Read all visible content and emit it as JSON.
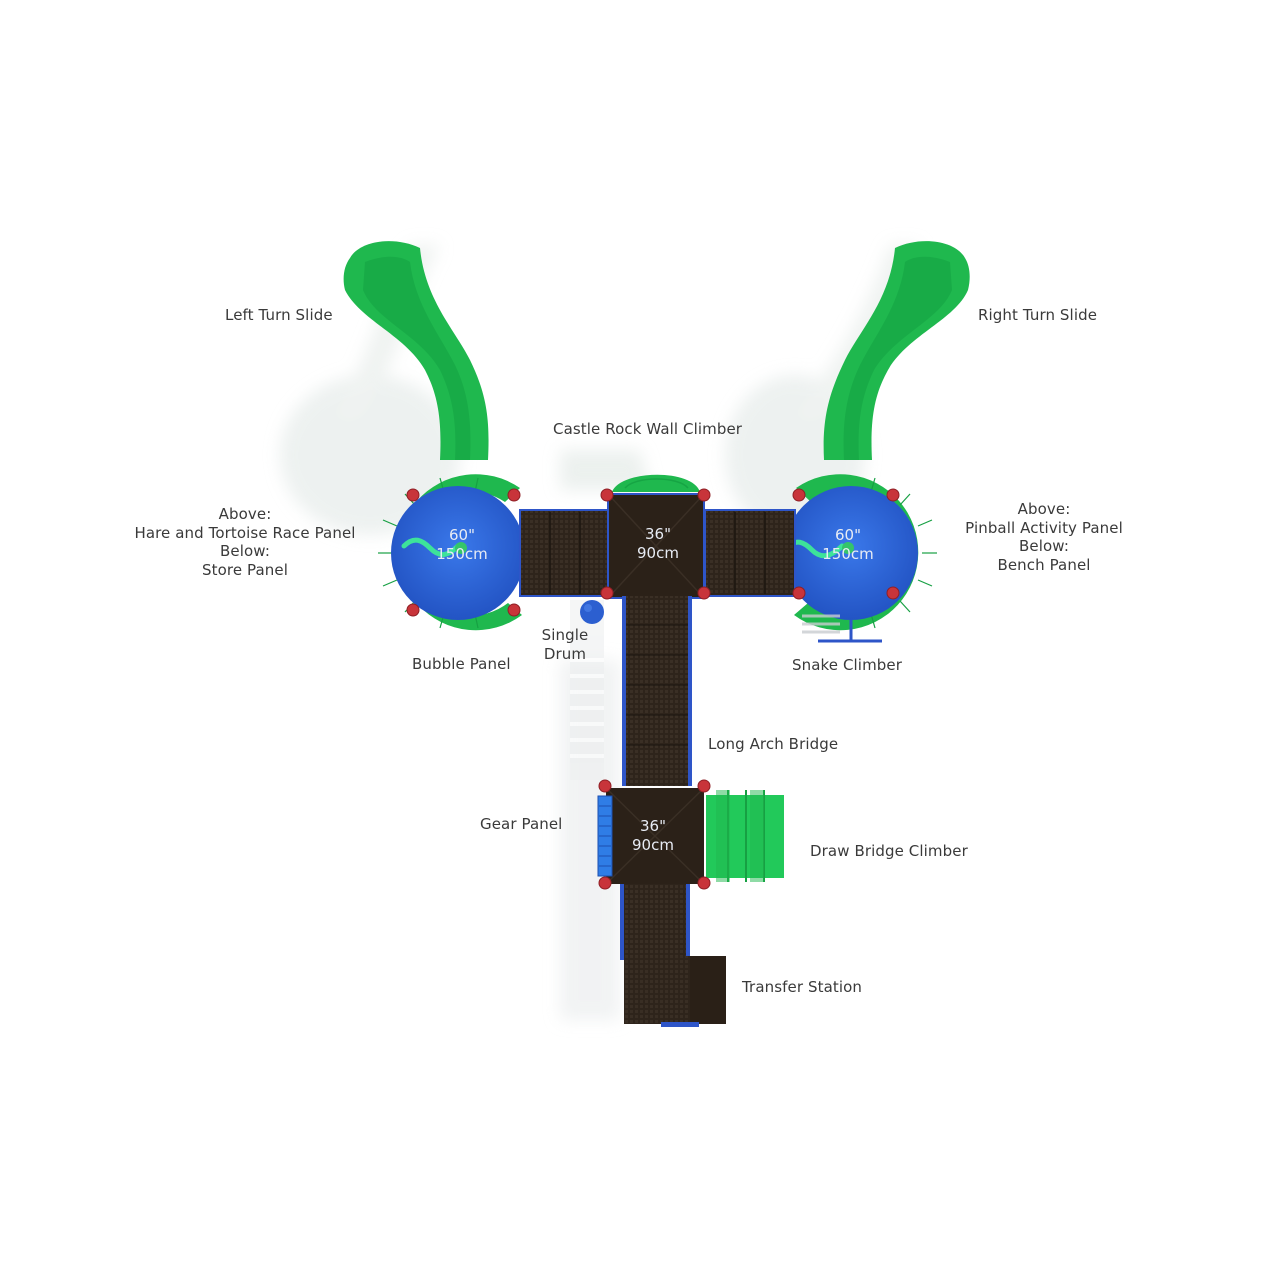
{
  "diagram": {
    "type": "playground-plan-top-view",
    "colors": {
      "slide_green": "#1fb84e",
      "deck_blue": "#2d63d6",
      "deck_dark": "#2b2118",
      "post_red": "#c8343a",
      "trim_blue": "#2e55c8",
      "label_text": "#3a3a3a"
    },
    "components": {
      "left_slide": "Left Turn Slide",
      "right_slide": "Right Turn Slide",
      "castle_rock": "Castle Rock Wall Climber",
      "left_panels": {
        "above_title": "Above:",
        "above": "Hare and Tortoise Race Panel",
        "below_title": "Below:",
        "below": "Store Panel"
      },
      "right_panels": {
        "above_title": "Above:",
        "above": "Pinball Activity Panel",
        "below_title": "Below:",
        "below": "Bench Panel"
      },
      "bubble_panel": "Bubble Panel",
      "single_drum_line1": "Single",
      "single_drum_line2": "Drum",
      "snake_climber": "Snake Climber",
      "long_arch_bridge": "Long Arch Bridge",
      "gear_panel": "Gear Panel",
      "draw_bridge": "Draw Bridge Climber",
      "transfer_station": "Transfer Station"
    },
    "decks": {
      "left_round": {
        "in": "60\"",
        "cm": "150cm"
      },
      "right_round": {
        "in": "60\"",
        "cm": "150cm"
      },
      "top_square": {
        "in": "36\"",
        "cm": "90cm"
      },
      "lower_square": {
        "in": "36\"",
        "cm": "90cm"
      }
    }
  }
}
